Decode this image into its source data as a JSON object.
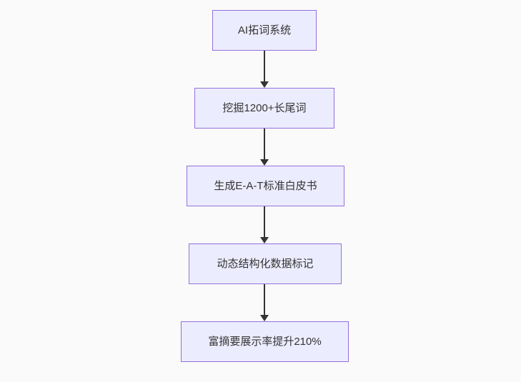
{
  "flowchart": {
    "type": "flowchart-top-down",
    "colors": {
      "background": "#fafafa",
      "node_fill": "#ECECFF",
      "node_border": "#9370DB",
      "node_text": "#333333",
      "edge_color": "#333333"
    },
    "nodes": [
      {
        "label": "AI拓词系统"
      },
      {
        "label": "挖掘1200+长尾词"
      },
      {
        "label": "生成E-A-T标准白皮书"
      },
      {
        "label": "动态结构化数据标记"
      },
      {
        "label": "富摘要展示率提升210%"
      }
    ],
    "edges": [
      {
        "from": 0,
        "to": 1
      },
      {
        "from": 1,
        "to": 2
      },
      {
        "from": 2,
        "to": 3
      },
      {
        "from": 3,
        "to": 4
      }
    ]
  }
}
